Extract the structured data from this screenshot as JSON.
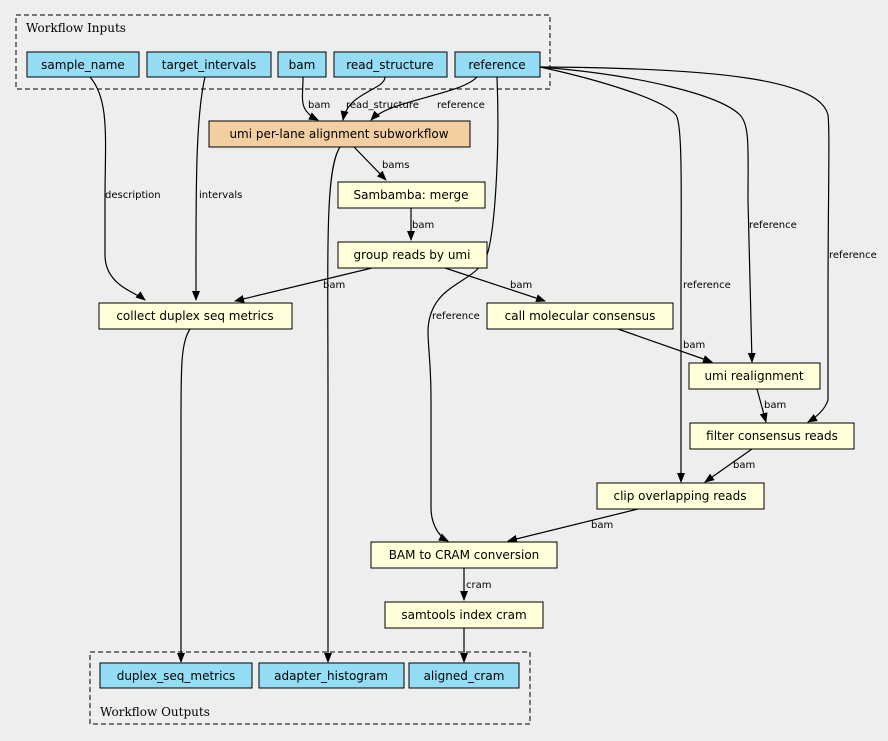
{
  "clusters": {
    "inputs": "Workflow Inputs",
    "outputs": "Workflow Outputs"
  },
  "nodes": {
    "sample_name": "sample_name",
    "target_intervals": "target_intervals",
    "bam": "bam",
    "read_structure": "read_structure",
    "reference": "reference",
    "umi_subworkflow": "umi per-lane alignment subworkflow",
    "sambamba_merge": "Sambamba: merge",
    "group_reads": "group reads by umi",
    "collect_duplex": "collect duplex seq metrics",
    "call_consensus": "call molecular consensus",
    "umi_realignment": "umi realignment",
    "filter_consensus": "filter consensus reads",
    "clip_overlapping": "clip overlapping reads",
    "bam_to_cram": "BAM to CRAM conversion",
    "samtools_index": "samtools index cram",
    "duplex_seq_metrics": "duplex_seq_metrics",
    "adapter_histogram": "adapter_histogram",
    "aligned_cram": "aligned_cram"
  },
  "edge_labels": {
    "bam_to_sub": "bam",
    "rs_to_sub": "read_structure",
    "ref_to_sub": "reference",
    "sub_to_merge": "bams",
    "merge_to_group": "bam",
    "sample_to_collect": "description",
    "intervals_to_collect": "intervals",
    "group_to_collect": "bam",
    "group_to_call": "bam",
    "ref_to_cram": "reference",
    "call_to_realign": "bam",
    "ref_to_realign": "reference",
    "ref_to_filter": "reference",
    "ref_to_clip": "reference",
    "realign_to_filter": "bam",
    "filter_to_clip": "bam",
    "clip_to_cram": "bam",
    "cram_to_index": "cram"
  }
}
